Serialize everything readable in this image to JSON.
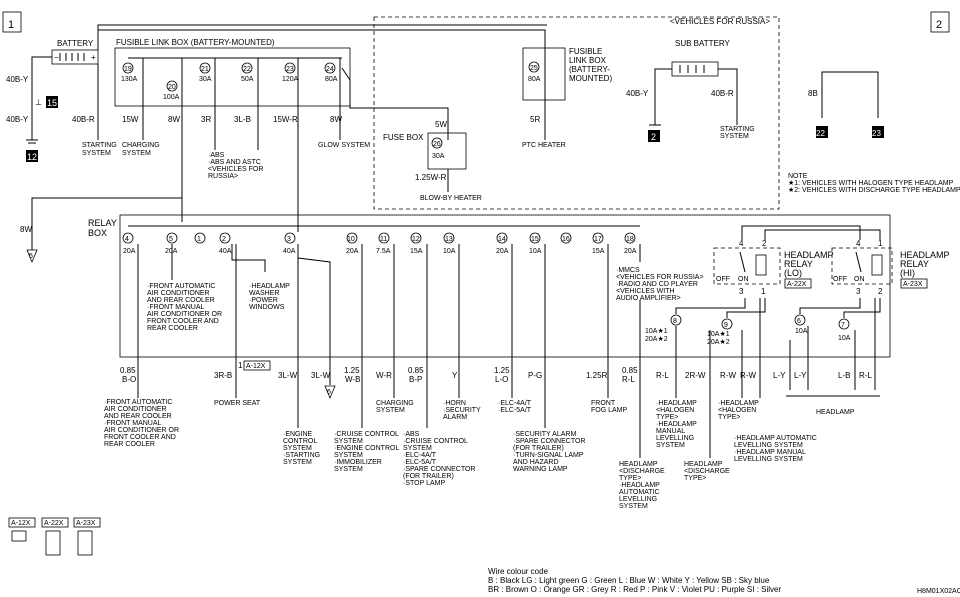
{
  "page_markers": {
    "left": "1",
    "right": "2"
  },
  "battery": {
    "label": "BATTERY",
    "sub_label": "SUB BATTERY"
  },
  "fusible_link_box": {
    "label": "FUSIBLE LINK BOX (BATTERY-MOUNTED)"
  },
  "russia_box": {
    "label": "<VEHICLES FOR RUSSIA>"
  },
  "fusible_link_box_russia": {
    "label_lines": [
      "FUSIBLE",
      "LINK BOX",
      "(BATTERY-",
      "MOUNTED)"
    ]
  },
  "fuse_box": {
    "label": "FUSE BOX"
  },
  "relay_box": {
    "label_lines": [
      "RELAY",
      "BOX"
    ]
  },
  "fusible_links": [
    {
      "num": "19",
      "amp": "130A"
    },
    {
      "num": "20",
      "amp": "100A"
    },
    {
      "num": "21",
      "amp": "30A"
    },
    {
      "num": "22",
      "amp": "50A"
    },
    {
      "num": "23",
      "amp": "120A"
    },
    {
      "num": "24",
      "amp": "80A"
    },
    {
      "num": "25",
      "amp": "80A"
    },
    {
      "num": "26",
      "amp": "30A"
    }
  ],
  "top_wires": [
    {
      "code": "40B-Y"
    },
    {
      "code": "40B-Y"
    },
    {
      "code": "40B-R"
    },
    {
      "code": "15W"
    },
    {
      "code": "8W"
    },
    {
      "code": "3R"
    },
    {
      "code": "3L-B"
    },
    {
      "code": "15W-R"
    },
    {
      "code": "8W"
    },
    {
      "code": "5W"
    },
    {
      "code": "1.25W-R"
    },
    {
      "code": "5R"
    },
    {
      "code": "40B-Y"
    },
    {
      "code": "40B-R"
    },
    {
      "code": "8B"
    },
    {
      "code": "8W"
    }
  ],
  "connectors": {
    "c15": "15",
    "c12": "12",
    "c2": "2",
    "c22": "22",
    "c23": "23",
    "c5": "5",
    "c6": "6"
  },
  "top_dest": {
    "starting": [
      "STARTING",
      "SYSTEM"
    ],
    "charging": [
      "CHARGING",
      "SYSTEM"
    ],
    "abs": [
      "·ABS",
      "·ABS AND ASTC",
      "<VEHICLES FOR",
      "RUSSIA>"
    ],
    "glow": "GLOW SYSTEM",
    "blowby": "BLOW-BY HEATER",
    "ptc": "PTC HEATER",
    "sub_starting": [
      "STARTING",
      "SYSTEM"
    ]
  },
  "note": {
    "title": "NOTE",
    "lines": [
      "★1: VEHICLES WITH HALOGEN TYPE HEADLAMP",
      "★2: VEHICLES WITH DISCHARGE TYPE HEADLAMP"
    ]
  },
  "relay_fuses": [
    {
      "num": "4",
      "amp": "20A"
    },
    {
      "num": "5",
      "amp": "20A"
    },
    {
      "num": "1",
      "amp": ""
    },
    {
      "num": "2",
      "amp": "40A"
    },
    {
      "num": "3",
      "amp": "40A"
    },
    {
      "num": "10",
      "amp": "20A"
    },
    {
      "num": "11",
      "amp": "7.5A"
    },
    {
      "num": "12",
      "amp": "15A"
    },
    {
      "num": "13",
      "amp": "10A"
    },
    {
      "num": "14",
      "amp": "20A"
    },
    {
      "num": "15",
      "amp": "10A"
    },
    {
      "num": "16",
      "amp": ""
    },
    {
      "num": "17",
      "amp": "15A"
    },
    {
      "num": "18",
      "amp": "20A"
    }
  ],
  "relay_box_notes": {
    "front_ac": [
      "·FRONT AUTOMATIC",
      "AIR CONDITIONER",
      "AND REAR COOLER",
      "·FRONT MANUAL",
      "AIR CONDITIONER OR",
      "FRONT COOLER AND",
      "REAR COOLER"
    ],
    "washer": [
      "·HEADLAMP",
      "WASHER",
      "·POWER",
      "WINDOWS"
    ],
    "mmcs": [
      "·MMCS",
      "<VEHICLES FOR RUSSIA>",
      "·RADIO AND CD PLAYER",
      "<VEHICLES WITH",
      "AUDIO AMPLIFIER>"
    ]
  },
  "headlamp_relays": {
    "lo": {
      "label_lines": [
        "HEADLAMP",
        "RELAY",
        "(LO)"
      ],
      "conn": "A-22X",
      "off": "OFF",
      "on": "ON"
    },
    "hi": {
      "label_lines": [
        "HEADLAMP",
        "RELAY",
        "(HI)"
      ],
      "conn": "A-23X",
      "off": "OFF",
      "on": "ON"
    },
    "pins": [
      "4",
      "2",
      "3",
      "1",
      "4",
      "1",
      "3",
      "2"
    ]
  },
  "lower_fuses": [
    {
      "num": "8",
      "amp1": "10A★1",
      "amp2": "20A★2"
    },
    {
      "num": "9",
      "amp1": "10A★1",
      "amp2": "20A★2"
    },
    {
      "num": "6",
      "amp": "10A"
    },
    {
      "num": "7",
      "amp": "10A"
    }
  ],
  "bottom_wires": [
    {
      "code": "0.85",
      "code2": "B-O"
    },
    {
      "code": "3R-B",
      "code2": ""
    },
    {
      "code": "3L-W",
      "code2": ""
    },
    {
      "code": "3L-W",
      "code2": ""
    },
    {
      "code": "1.25",
      "code2": "W-B"
    },
    {
      "code": "W-R",
      "code2": ""
    },
    {
      "code": "0.85",
      "code2": "B-P"
    },
    {
      "code": "Y",
      "code2": ""
    },
    {
      "code": "1.25",
      "code2": "L-O"
    },
    {
      "code": "P-G",
      "code2": ""
    },
    {
      "code": "1.25R",
      "code2": ""
    },
    {
      "code": "0.85",
      "code2": "R-L"
    },
    {
      "code": "R-L",
      "code2": ""
    },
    {
      "code": "2R-W",
      "code2": ""
    },
    {
      "code": "R-W",
      "code2": ""
    },
    {
      "code": "R-W",
      "code2": ""
    },
    {
      "code": "L-Y",
      "code2": ""
    },
    {
      "code": "L-Y",
      "code2": ""
    },
    {
      "code": "L-B",
      "code2": ""
    },
    {
      "code": "R-L",
      "code2": ""
    }
  ],
  "power_seat_conn": "A-12X",
  "bottom_dest": {
    "front_ac": [
      "·FRONT AUTOMATIC",
      "AIR CONDITIONER",
      "AND REAR COOLER",
      "·FRONT MANUAL",
      "AIR CONDITIONER OR",
      "FRONT COOLER AND",
      "REAR COOLER"
    ],
    "power_seat": "POWER SEAT",
    "engine": [
      "·ENGINE",
      "CONTROL",
      "SYSTEM",
      "·STARTING",
      "SYSTEM"
    ],
    "cruise": [
      "·CRUISE CONTROL",
      "SYSTEM",
      "·ENGINE CONTROL",
      "SYSTEM",
      "·IMMOBILIZER",
      "SYSTEM"
    ],
    "charging": [
      "CHARGING",
      "SYSTEM"
    ],
    "abs": [
      "·ABS",
      "·CRUISE CONTROL",
      "SYSTEM",
      "·ELC-4A/T",
      "·ELC-5A/T",
      "·SPARE CONNECTOR",
      "(FOR TRAILER)",
      "·STOP LAMP"
    ],
    "horn": [
      "·HORN",
      "·SECURITY",
      "ALARM"
    ],
    "elc": [
      "·ELC-4A/T",
      "·ELC-5A/T"
    ],
    "security": [
      "·SECURITY ALARM",
      "·SPARE CONNECTOR",
      "(FOR TRAILER)",
      "·TURN-SIGNAL LAMP",
      "AND HAZARD",
      "WARNING LAMP"
    ],
    "fog": [
      "FRONT",
      "FOG LAMP"
    ],
    "hl_discharge_auto": [
      "HEADLAMP",
      "<DISCHARGE",
      "TYPE>",
      "·HEADLAMP",
      "AUTOMATIC",
      "LEVELLING",
      "SYSTEM"
    ],
    "hl_halogen_manual": [
      "·HEADLAMP",
      "<HALOGEN",
      "TYPE>",
      "·HEADLAMP",
      "MANUAL",
      "LEVELLING",
      "SYSTEM"
    ],
    "hl_discharge": [
      "HEADLAMP",
      "<DISCHARGE",
      "TYPE>"
    ],
    "hl_halogen_all": [
      "·HEADLAMP",
      "<HALOGEN",
      "TYPE>",
      "·HEADLAMP AUTOMATIC",
      "LEVELLING SYSTEM",
      "·HEADLAMP MANUAL",
      "LEVELLING SYSTEM"
    ],
    "headlamp": "HEADLAMP"
  },
  "legend_conns": [
    "A-12X",
    "A-22X",
    "A-23X"
  ],
  "wire_colour": {
    "title": "Wire colour code",
    "line1": "B : Black    LG : Light green    G : Green    L : Blue    W : White    Y : Yellow    SB : Sky blue",
    "line2": "BR : Brown    O : Orange    GR : Grey    R : Red    P : Pink    V : Violet    PU : Purple    SI : Silver"
  },
  "figure_id": "H8M01X02AC"
}
